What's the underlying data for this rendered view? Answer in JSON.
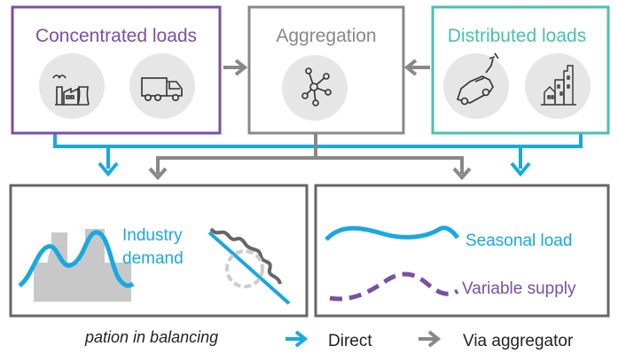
{
  "colors": {
    "purple": "#7b4fa3",
    "gray": "#888888",
    "teal": "#4cbfae",
    "blue": "#19a8e0",
    "icon_bg": "#e6e6e6"
  },
  "top": {
    "concentrated": {
      "title": "Concentrated loads",
      "icons": [
        "factory-icon",
        "truck-icon"
      ]
    },
    "aggregation": {
      "title": "Aggregation",
      "icons": [
        "network-icon"
      ]
    },
    "distributed": {
      "title": "Distributed loads",
      "icons": [
        "electric-car-icon",
        "buildings-icon"
      ]
    }
  },
  "panels": {
    "left": {
      "label_line1": "Industry",
      "label_line2": "demand"
    },
    "right": {
      "seasonal": "Seasonal load",
      "variable": "Variable supply"
    }
  },
  "legend": {
    "partial_text": "pation in balancing",
    "direct": "Direct",
    "via": "Via aggregator"
  }
}
